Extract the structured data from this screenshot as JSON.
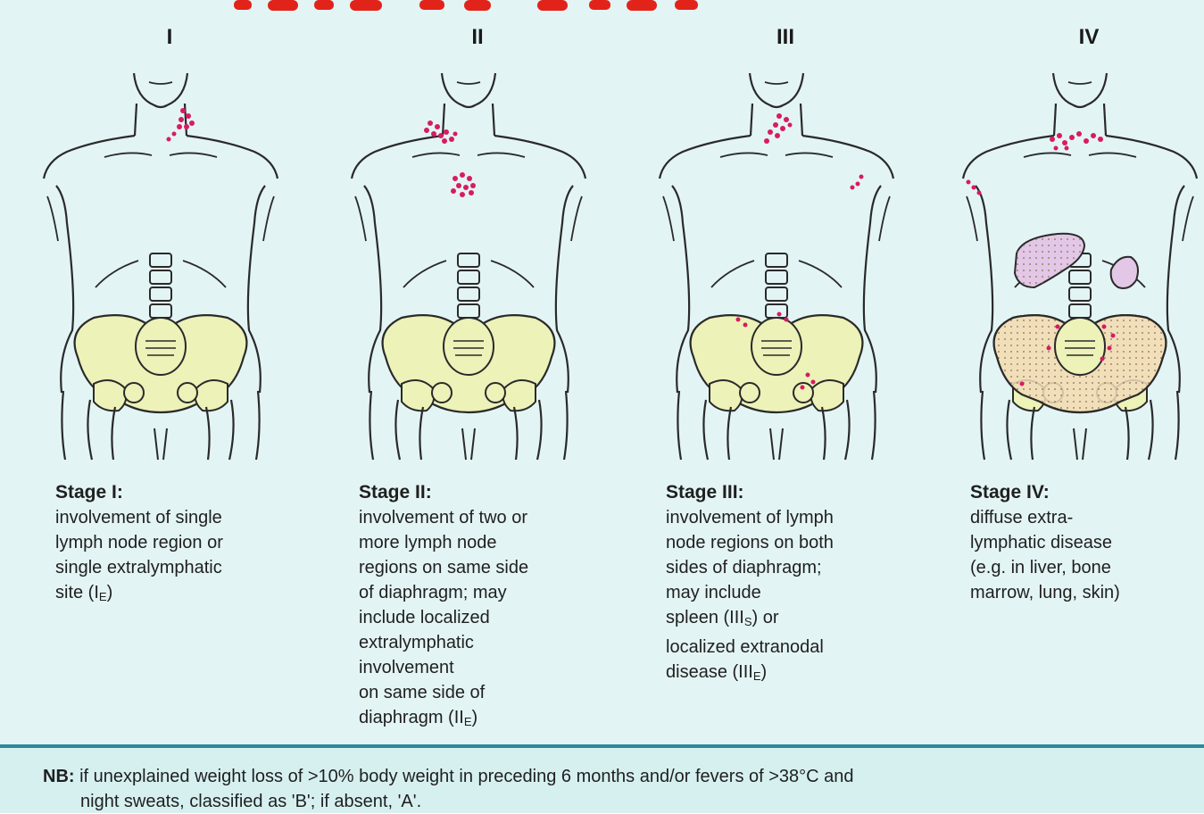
{
  "columns": [
    {
      "numeral": "I",
      "title": "Stage I:",
      "lines": [
        "involvement of single",
        "lymph node region or",
        "single extralymphatic",
        "site (I"
      ],
      "last_sub": "E",
      "last_tail": ")"
    },
    {
      "numeral": "II",
      "title": "Stage II:",
      "lines": [
        "involvement of two or",
        "more lymph node",
        "regions on same side",
        "of diaphragm; may",
        "include localized",
        "extralymphatic",
        "involvement",
        "on same side of",
        "diaphragm (II"
      ],
      "last_sub": "E",
      "last_tail": ")"
    },
    {
      "numeral": "III",
      "title": "Stage III:",
      "lines": [
        "involvement of lymph",
        "node regions on both",
        "sides of diaphragm;",
        "may include"
      ],
      "spleen_pre": "spleen (III",
      "spleen_sub": "S",
      "spleen_tail": ") or",
      "lines2": [
        "localized extranodal",
        "disease (III"
      ],
      "last_sub": "E",
      "last_tail": ")"
    },
    {
      "numeral": "IV",
      "title": "Stage IV:",
      "lines": [
        "diffuse extra-",
        "lymphatic disease",
        "(e.g. in liver, bone",
        "marrow, lung, skin)"
      ]
    }
  ],
  "nb": {
    "label": "NB:",
    "line1": "if unexplained weight loss of >10% body weight in preceding 6 months and/or fevers of >38°C and",
    "line2": "night sweats, classified as 'B'; if absent, 'A'."
  },
  "colors": {
    "background": "#e3f4f5",
    "skin_outline": "#2a2a2a",
    "pelvis_fill": "#ecf2b8",
    "lymph_dots": "#d81b60",
    "liver_fill": "#e3c7e6",
    "title_red": "#e2231a"
  }
}
